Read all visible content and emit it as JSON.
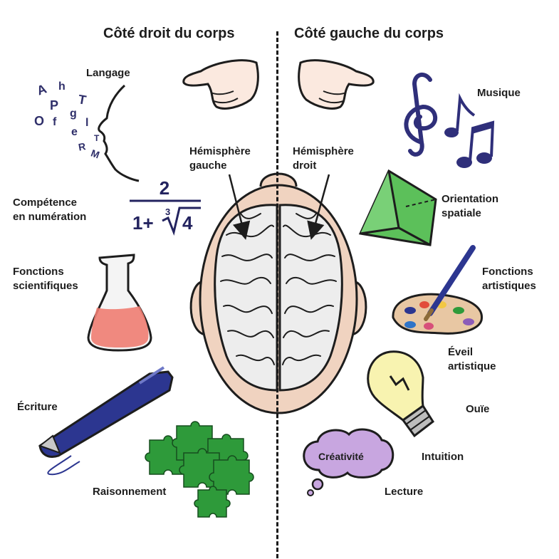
{
  "headers": {
    "right_body_side": "Côté droit du corps",
    "left_body_side": "Côté gauche du corps"
  },
  "hemispheres": {
    "left": [
      "Hémisphère",
      "gauche"
    ],
    "right": [
      "Hémisphère",
      "droit"
    ]
  },
  "left_functions": {
    "language": "Langage",
    "numeracy": [
      "Compétence",
      "en numération"
    ],
    "science": [
      "Fonctions",
      "scientifiques"
    ],
    "writing": "Écriture",
    "reasoning": "Raisonnement"
  },
  "right_functions": {
    "music": "Musique",
    "spatial": [
      "Orientation",
      "spatiale"
    ],
    "art": [
      "Fonctions",
      "artistiques"
    ],
    "awareness": [
      "Éveil",
      "artistique"
    ],
    "hearing": "Ouïe",
    "intuition": "Intuition",
    "creativity": "Créativité",
    "reading": "Lecture"
  },
  "formula": {
    "numerator": "2",
    "denominator_prefix": "1+",
    "root_index": "3",
    "radicand": "4"
  },
  "letters": [
    "A",
    "h",
    "T",
    "P",
    "g",
    "l",
    "O",
    "f",
    "e",
    "R",
    "M",
    "T"
  ],
  "colors": {
    "ink": "#1d1d1d",
    "letters": "#2f2f6a",
    "formula": "#23235f",
    "skin": "#f0d3c0",
    "brain": "#ededed",
    "puzzle": "#2e9a3a",
    "prism": "#5cc05a",
    "pen": "#2c3690",
    "flask_liquid": "#ef7d72",
    "bulb": "#f8f3b0",
    "cloud": "#c8a6e0",
    "music": "#2f2f7a"
  }
}
